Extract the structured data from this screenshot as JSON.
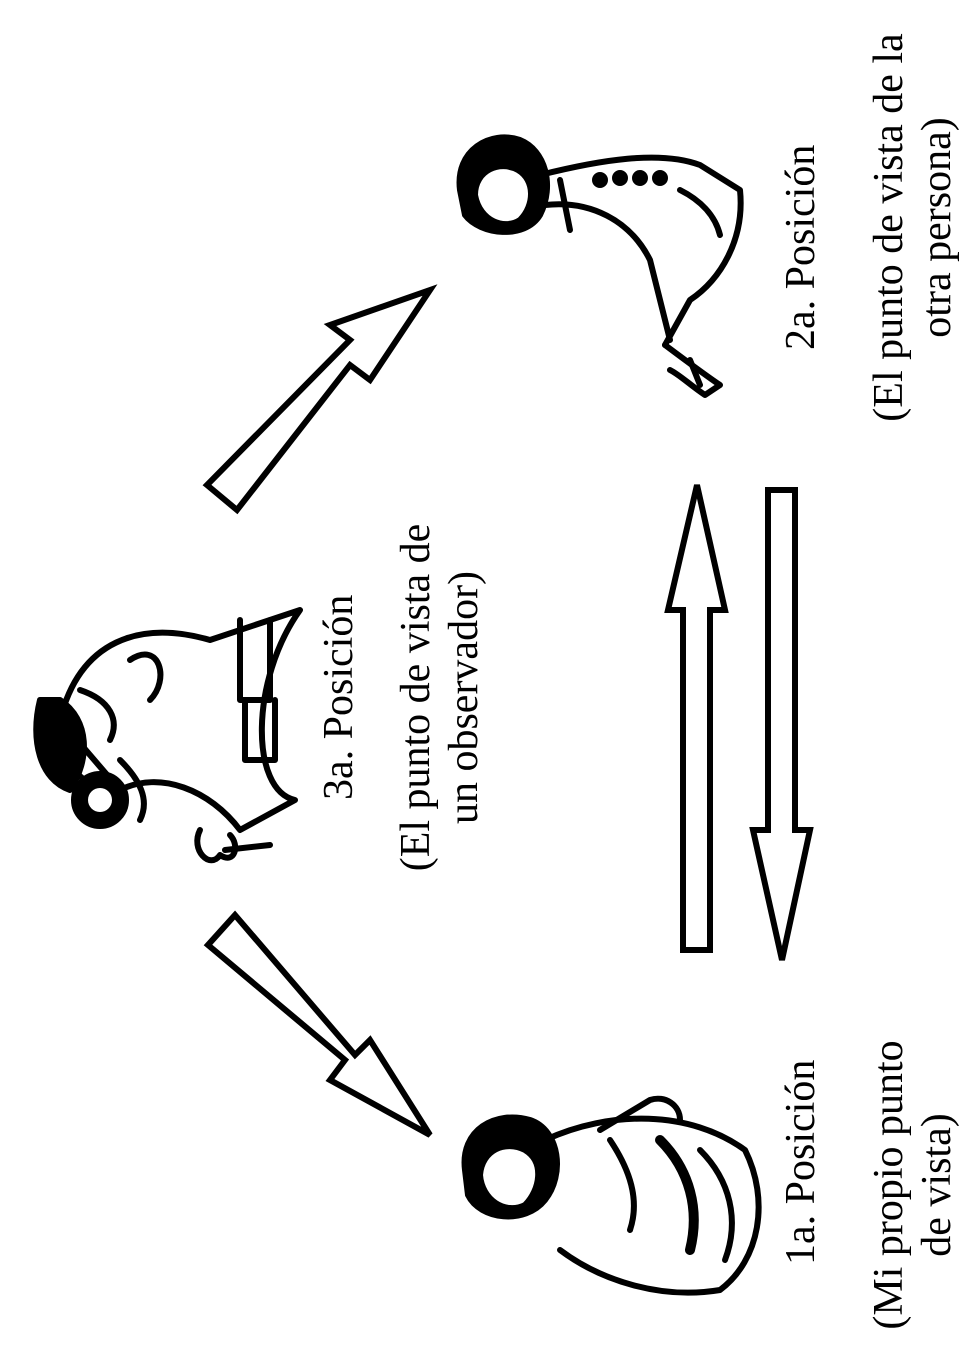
{
  "positions": {
    "third": {
      "title": "3a. Posición",
      "desc_line1": "(El punto de vista de",
      "desc_line2": "un observador)"
    },
    "second": {
      "title": "2a. Posición",
      "desc_line1": "(El punto de vista de la",
      "desc_line2": "otra persona)"
    },
    "first": {
      "title": "1a. Posición",
      "desc_line1": "(Mi propio punto",
      "desc_line2": "de vista)"
    }
  },
  "colors": {
    "ink": "#000000",
    "paper": "#ffffff"
  },
  "icons": [
    "observer-figure-icon",
    "other-person-figure-icon",
    "self-figure-icon",
    "hollow-arrow-icon"
  ]
}
